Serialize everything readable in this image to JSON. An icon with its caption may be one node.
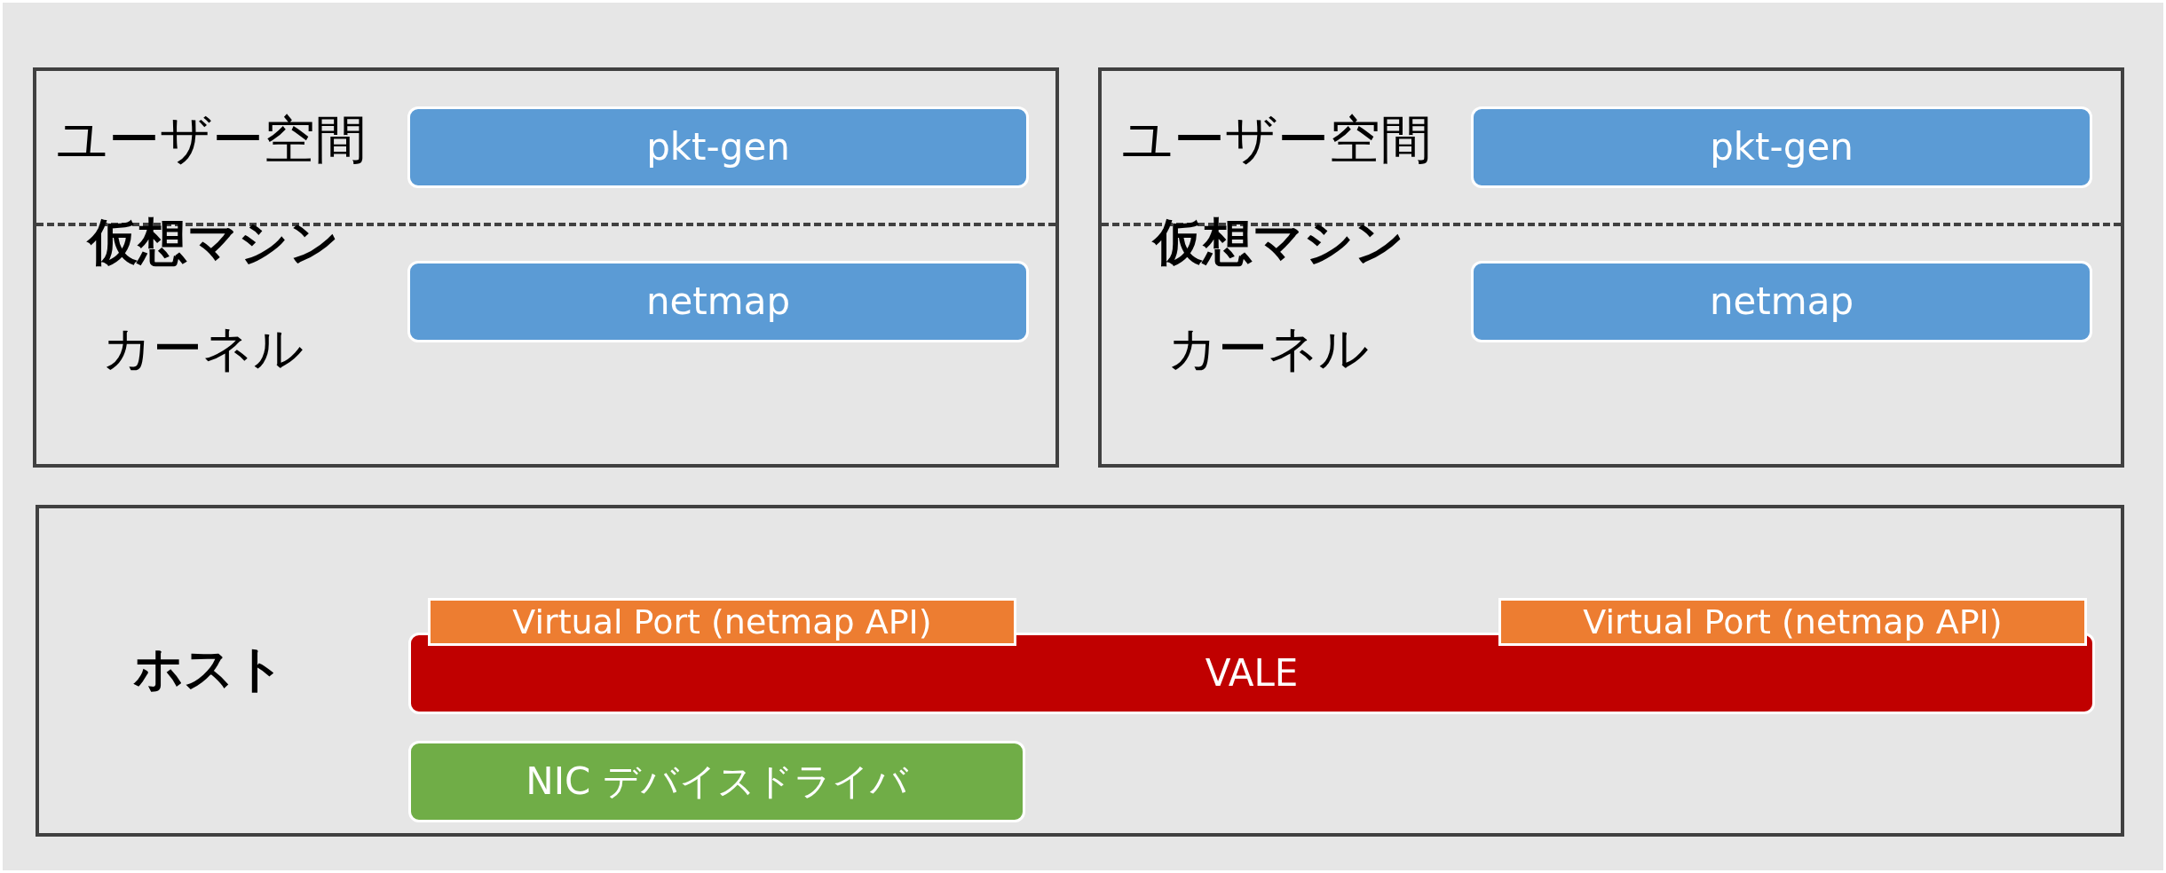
{
  "diagram": {
    "nodes": [
      {
        "text": [
          "ユーザー空間",
          "仮想マシン",
          "カーネル"
        ]
      },
      {
        "text": [
          "pkt-gen"
        ],
        "in": 0
      },
      {
        "text": [
          "netmap"
        ],
        "in": 0
      },
      {
        "text": [
          "ユーザー空間",
          "仮想マシン",
          "カーネル"
        ]
      },
      {
        "text": [
          "pkt-gen"
        ],
        "in": 3
      },
      {
        "text": [
          "netmap"
        ],
        "in": 3
      },
      {
        "text": [
          "ホスト"
        ]
      },
      {
        "text": [
          "VALE"
        ],
        "in": 6
      },
      {
        "text": [
          "Virtual Port (netmap API)"
        ],
        "in": 6
      },
      {
        "text": [
          "Virtual Port (netmap API)"
        ],
        "in": 6
      },
      {
        "text": [
          "NIC デバイスドライバ"
        ],
        "in": 6
      }
    ]
  }
}
